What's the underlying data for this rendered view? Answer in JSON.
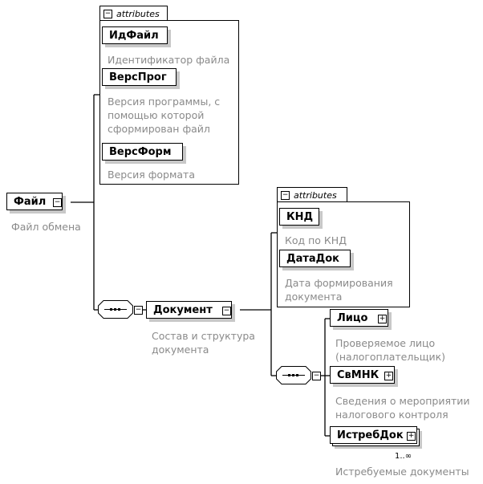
{
  "root": {
    "name": "Файл",
    "desc": "Файл обмена"
  },
  "attributes_label": "attributes",
  "file_attributes": [
    {
      "name": "ИдФайл",
      "desc": "Идентификатор файла"
    },
    {
      "name": "ВерсПрог",
      "desc": "Версия программы, с\nпомощью которой\nсформирован файл"
    },
    {
      "name": "ВерсФорм",
      "desc": "Версия формата"
    }
  ],
  "document": {
    "name": "Документ",
    "desc": "Состав и структура\nдокумента"
  },
  "document_attributes": [
    {
      "name": "КНД",
      "desc": "Код по КНД"
    },
    {
      "name": "ДатаДок",
      "desc": "Дата формирования\nдокумента"
    }
  ],
  "children": [
    {
      "name": "Лицо",
      "desc": "Проверяемое лицо\n(налогоплательщик)"
    },
    {
      "name": "СвМНК",
      "desc": "Сведения о мероприятии\nналогового контроля"
    },
    {
      "name": "ИстребДок",
      "desc": "Истребуемые документы",
      "occurs": "1..∞"
    }
  ]
}
